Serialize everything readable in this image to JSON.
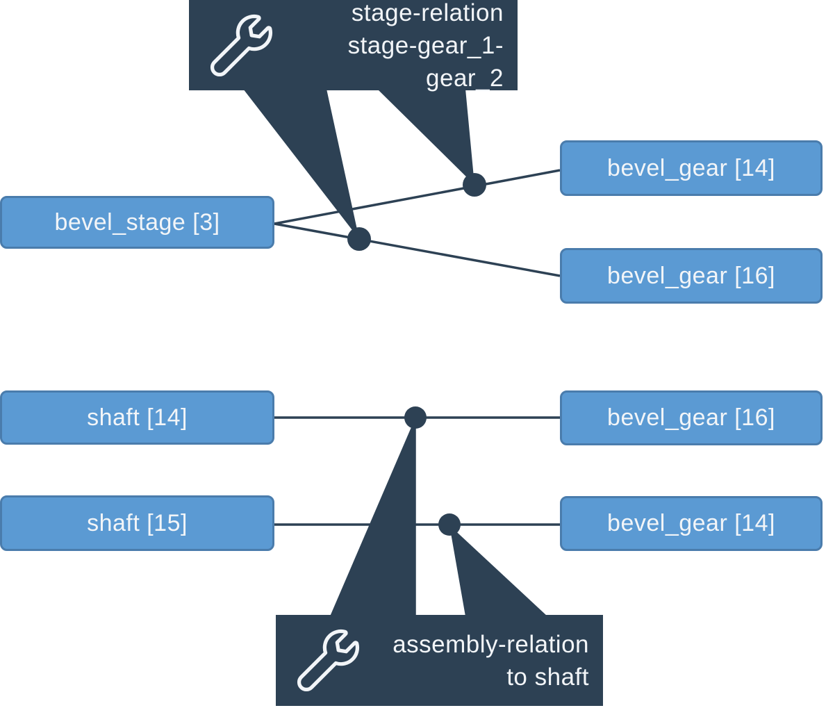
{
  "palette": {
    "background": "#FFFFFF",
    "node_fill": "#5B9AD3",
    "node_border": "#4A7CAC",
    "dark": "#2D4154",
    "text": "#F2F5F8"
  },
  "diagram": {
    "nodes": [
      {
        "id": "bevel_stage_3",
        "label": "bevel_stage [3]"
      },
      {
        "id": "bevel_gear_14_top",
        "label": "bevel_gear [14]"
      },
      {
        "id": "bevel_gear_16_top",
        "label": "bevel_gear [16]"
      },
      {
        "id": "shaft_14",
        "label": "shaft [14]"
      },
      {
        "id": "bevel_gear_16_mid",
        "label": "bevel_gear [16]"
      },
      {
        "id": "shaft_15",
        "label": "shaft [15]"
      },
      {
        "id": "bevel_gear_14_mid",
        "label": "bevel_gear [14]"
      }
    ],
    "callouts": [
      {
        "id": "stage-relation",
        "icon": "wrench-icon",
        "title": "stage-relation",
        "subtitle": "stage-gear_1-gear_2"
      },
      {
        "id": "assembly-relation",
        "icon": "wrench-icon",
        "title": "assembly-relation",
        "subtitle": "to shaft"
      }
    ],
    "edges": [
      {
        "from": "bevel_stage [3]",
        "to": "bevel_gear [14]",
        "relation": "stage-relation stage-gear_1-gear_2"
      },
      {
        "from": "bevel_stage [3]",
        "to": "bevel_gear [16]",
        "relation": "stage-relation stage-gear_1-gear_2"
      },
      {
        "from": "shaft [14]",
        "to": "bevel_gear [16]",
        "relation": "assembly-relation to shaft"
      },
      {
        "from": "shaft [15]",
        "to": "bevel_gear [14]",
        "relation": "assembly-relation to shaft"
      }
    ]
  }
}
